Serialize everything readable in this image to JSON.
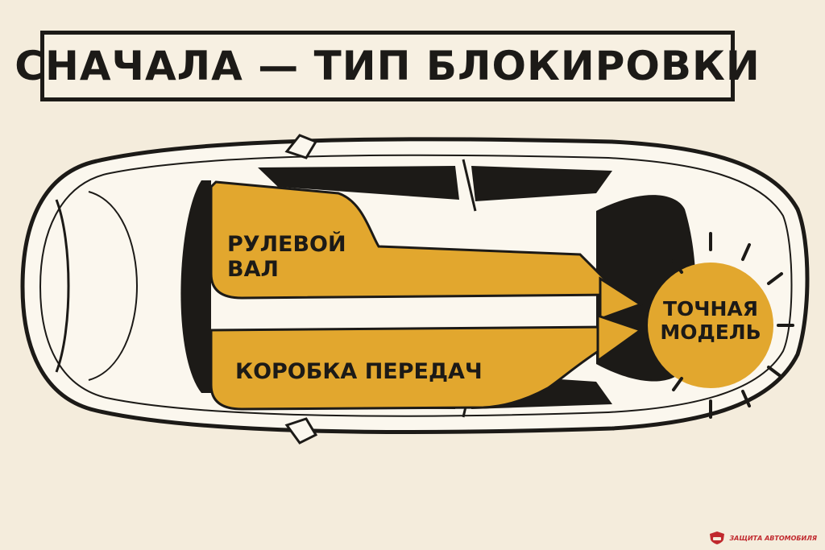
{
  "title": "СНАЧАЛА — ТИП БЛОКИРОВКИ",
  "labels": {
    "steering_line1": "РУЛЕВОЙ",
    "steering_line2": "ВАЛ",
    "gearbox": "КОРОБКА ПЕРЕДАЧ",
    "target_line1": "ТОЧНАЯ",
    "target_line2": "МОДЕЛЬ"
  },
  "logo": {
    "text": "ЗАЩИТА АВТОМОБИЛЯ"
  },
  "colors": {
    "background": "#f4ecdc",
    "ink": "#1c1a17",
    "accent": "#e2a72e",
    "car_body": "#fbf7ee",
    "logo": "#c0282d"
  }
}
